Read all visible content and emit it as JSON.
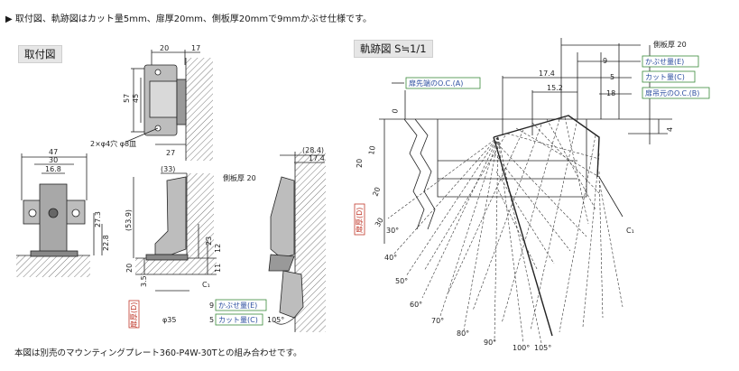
{
  "header": {
    "note": "取付図、軌跡図はカット量5mm、扉厚20mm、側板厚20mmで9mmかぶせ仕様です。",
    "section_mount": "取付図",
    "section_trajectory": "軌跡図 S≒1/1"
  },
  "footer": {
    "note": "本図は別売のマウンティングプレート360-P4W-30Tとの組み合わせです。"
  },
  "mount": {
    "top": {
      "d20": "20",
      "d17": "17",
      "d57": "57",
      "d45": "45",
      "d27": "27",
      "holes": "2×φ4穴 φ8皿"
    },
    "front": {
      "d47": "47",
      "d30": "30",
      "d168": "16.8",
      "d273": "27.3",
      "d228": "22.8"
    },
    "side": {
      "d33": "(33)",
      "side_panel": "側板厚 20",
      "d539": "(53.9)",
      "d23": "23",
      "d12": "12",
      "d11": "11",
      "d20": "20",
      "d35": "3.5",
      "phi35": "φ35",
      "c1": "C₁",
      "door_thickness": "扉厚(D)",
      "overlay_num": "9",
      "overlay_label": "かぶせ量(E)",
      "cut_num": "5",
      "cut_label": "カット量(C)"
    },
    "open": {
      "d284": "(28.4)",
      "d174": "17.4",
      "angle": "105°"
    }
  },
  "trajectory": {
    "panel_label": "側板厚 20",
    "d9": "9",
    "overlay_label": "かぶせ量(E)",
    "d174": "17.4",
    "d5": "5",
    "cut_label": "カット量(C)",
    "d152": "15.2",
    "d18": "18",
    "hinge_oc_label": "扉吊元のO.C.(B)",
    "door_tip_label": "扉先端のO.C.(A)",
    "d4": "4",
    "d0": "0",
    "d10": "10",
    "d20": "20",
    "d20b": "20",
    "d30": "30",
    "door_thickness": "扉厚(D)",
    "c1": "C₁",
    "angles": [
      "30°",
      "40°",
      "50°",
      "60°",
      "70°",
      "80°",
      "90°",
      "100°",
      "105°"
    ]
  },
  "colors": {
    "label_text": "#2d4fa0",
    "label_border": "#3a8a3a",
    "door_label": "#c0392b",
    "line": "#222222"
  }
}
